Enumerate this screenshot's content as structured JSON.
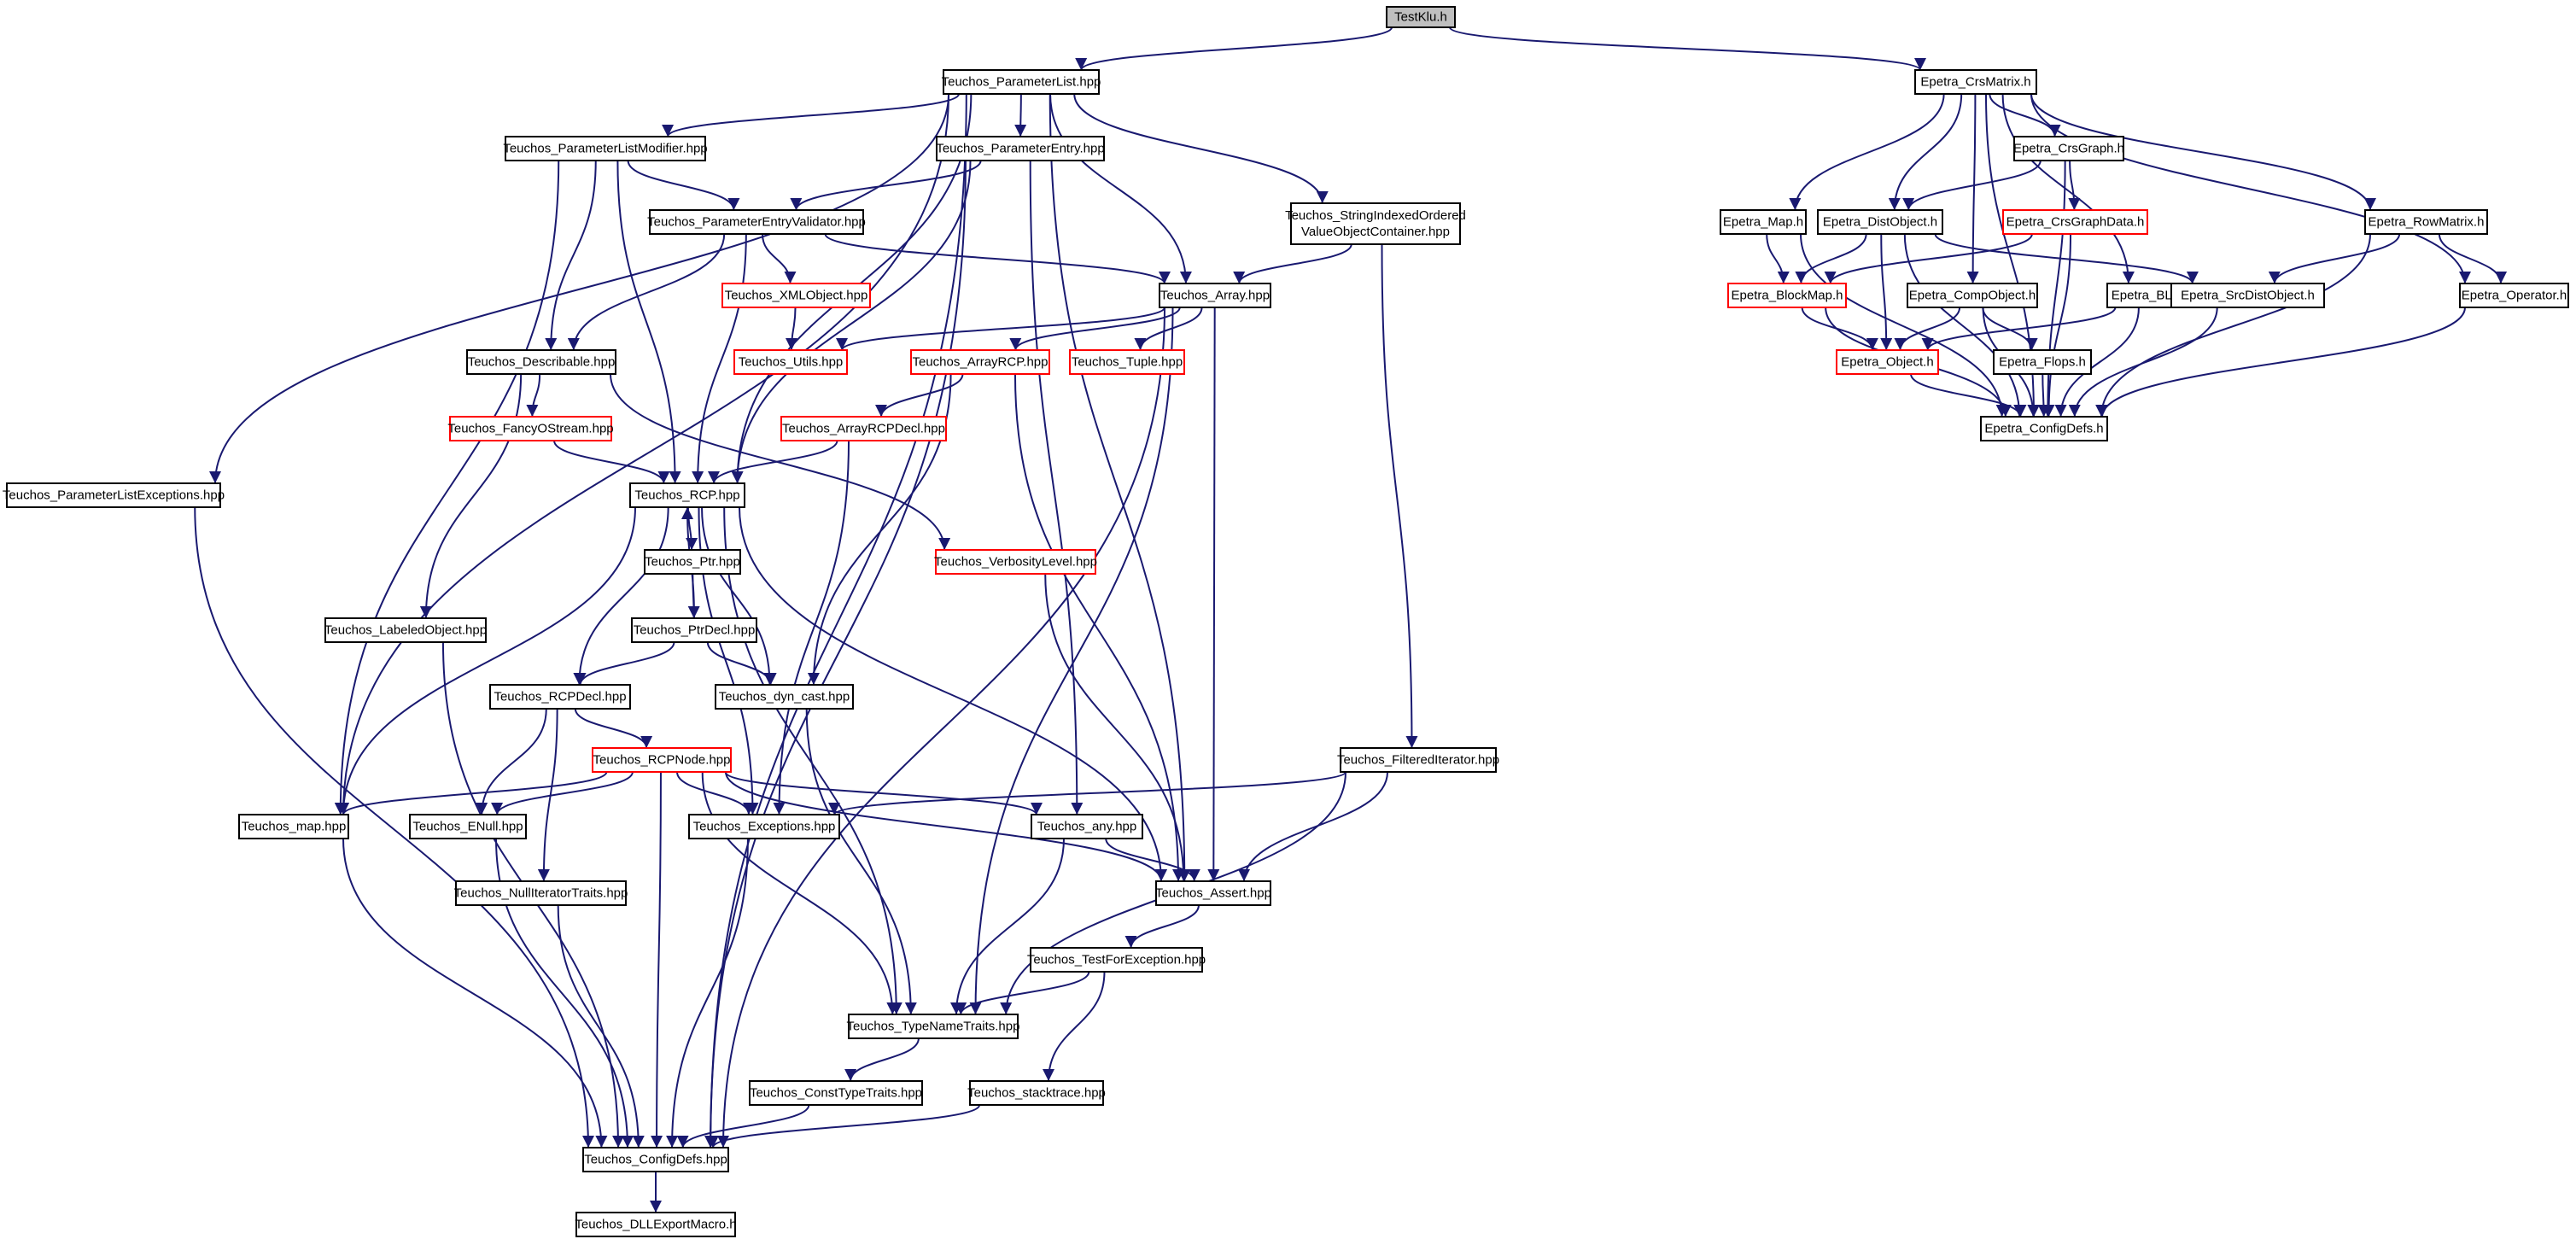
{
  "diagram": {
    "nodes": [
      {
        "id": "root",
        "lines": [
          "TestKlu.h"
        ],
        "style": "root"
      },
      {
        "id": "tpl",
        "lines": [
          "Teuchos_ParameterList.hpp"
        ],
        "style": "normal"
      },
      {
        "id": "ecrs",
        "lines": [
          "Epetra_CrsMatrix.h"
        ],
        "style": "normal"
      },
      {
        "id": "tplm",
        "lines": [
          "Teuchos_ParameterListModifier.hpp"
        ],
        "style": "normal"
      },
      {
        "id": "tpe",
        "lines": [
          "Teuchos_ParameterEntry.hpp"
        ],
        "style": "normal"
      },
      {
        "id": "tsioc",
        "lines": [
          "Teuchos_StringIndexedOrdered",
          "ValueObjectContainer.hpp"
        ],
        "style": "normal"
      },
      {
        "id": "tpev",
        "lines": [
          "Teuchos_ParameterEntryValidator.hpp"
        ],
        "style": "normal"
      },
      {
        "id": "txml",
        "lines": [
          "Teuchos_XMLObject.hpp"
        ],
        "style": "trunc"
      },
      {
        "id": "tarr",
        "lines": [
          "Teuchos_Array.hpp"
        ],
        "style": "normal"
      },
      {
        "id": "tdesc",
        "lines": [
          "Teuchos_Describable.hpp"
        ],
        "style": "normal"
      },
      {
        "id": "tutils",
        "lines": [
          "Teuchos_Utils.hpp"
        ],
        "style": "trunc"
      },
      {
        "id": "tarcp",
        "lines": [
          "Teuchos_ArrayRCP.hpp"
        ],
        "style": "trunc"
      },
      {
        "id": "ttuple",
        "lines": [
          "Teuchos_Tuple.hpp"
        ],
        "style": "trunc"
      },
      {
        "id": "tfos",
        "lines": [
          "Teuchos_FancyOStream.hpp"
        ],
        "style": "trunc"
      },
      {
        "id": "tarcpd",
        "lines": [
          "Teuchos_ArrayRCPDecl.hpp"
        ],
        "style": "trunc"
      },
      {
        "id": "tple",
        "lines": [
          "Teuchos_ParameterListExceptions.hpp"
        ],
        "style": "normal"
      },
      {
        "id": "trcp",
        "lines": [
          "Teuchos_RCP.hpp"
        ],
        "style": "normal"
      },
      {
        "id": "tptr",
        "lines": [
          "Teuchos_Ptr.hpp"
        ],
        "style": "normal"
      },
      {
        "id": "tvl",
        "lines": [
          "Teuchos_VerbosityLevel.hpp"
        ],
        "style": "trunc"
      },
      {
        "id": "tlo",
        "lines": [
          "Teuchos_LabeledObject.hpp"
        ],
        "style": "normal"
      },
      {
        "id": "tptrd",
        "lines": [
          "Teuchos_PtrDecl.hpp"
        ],
        "style": "normal"
      },
      {
        "id": "trcpd",
        "lines": [
          "Teuchos_RCPDecl.hpp"
        ],
        "style": "normal"
      },
      {
        "id": "tdyn",
        "lines": [
          "Teuchos_dyn_cast.hpp"
        ],
        "style": "normal"
      },
      {
        "id": "tfi",
        "lines": [
          "Teuchos_FilteredIterator.hpp"
        ],
        "style": "normal"
      },
      {
        "id": "trcpn",
        "lines": [
          "Teuchos_RCPNode.hpp"
        ],
        "style": "trunc"
      },
      {
        "id": "tmap",
        "lines": [
          "Teuchos_map.hpp"
        ],
        "style": "normal"
      },
      {
        "id": "tenull",
        "lines": [
          "Teuchos_ENull.hpp"
        ],
        "style": "normal"
      },
      {
        "id": "texc",
        "lines": [
          "Teuchos_Exceptions.hpp"
        ],
        "style": "normal"
      },
      {
        "id": "tany",
        "lines": [
          "Teuchos_any.hpp"
        ],
        "style": "normal"
      },
      {
        "id": "tassert",
        "lines": [
          "Teuchos_Assert.hpp"
        ],
        "style": "normal"
      },
      {
        "id": "tnit",
        "lines": [
          "Teuchos_NullIteratorTraits.hpp"
        ],
        "style": "normal"
      },
      {
        "id": "ttfe",
        "lines": [
          "Teuchos_TestForException.hpp"
        ],
        "style": "normal"
      },
      {
        "id": "ttnt",
        "lines": [
          "Teuchos_TypeNameTraits.hpp"
        ],
        "style": "normal"
      },
      {
        "id": "tctt",
        "lines": [
          "Teuchos_ConstTypeTraits.hpp"
        ],
        "style": "normal"
      },
      {
        "id": "tst",
        "lines": [
          "Teuchos_stacktrace.hpp"
        ],
        "style": "normal"
      },
      {
        "id": "tcd",
        "lines": [
          "Teuchos_ConfigDefs.hpp"
        ],
        "style": "normal"
      },
      {
        "id": "tdll",
        "lines": [
          "Teuchos_DLLExportMacro.h"
        ],
        "style": "normal"
      },
      {
        "id": "ecg",
        "lines": [
          "Epetra_CrsGraph.h"
        ],
        "style": "normal"
      },
      {
        "id": "emap",
        "lines": [
          "Epetra_Map.h"
        ],
        "style": "normal"
      },
      {
        "id": "edo",
        "lines": [
          "Epetra_DistObject.h"
        ],
        "style": "normal"
      },
      {
        "id": "ecgd",
        "lines": [
          "Epetra_CrsGraphData.h"
        ],
        "style": "trunc"
      },
      {
        "id": "erm",
        "lines": [
          "Epetra_RowMatrix.h"
        ],
        "style": "normal"
      },
      {
        "id": "ebm",
        "lines": [
          "Epetra_BlockMap.h"
        ],
        "style": "trunc"
      },
      {
        "id": "eco",
        "lines": [
          "Epetra_CompObject.h"
        ],
        "style": "normal"
      },
      {
        "id": "eblas",
        "lines": [
          "Epetra_BLAS.h"
        ],
        "style": "normal"
      },
      {
        "id": "esdo",
        "lines": [
          "Epetra_SrcDistObject.h"
        ],
        "style": "normal"
      },
      {
        "id": "eop",
        "lines": [
          "Epetra_Operator.h"
        ],
        "style": "normal"
      },
      {
        "id": "eobj",
        "lines": [
          "Epetra_Object.h"
        ],
        "style": "trunc"
      },
      {
        "id": "eflops",
        "lines": [
          "Epetra_Flops.h"
        ],
        "style": "normal"
      },
      {
        "id": "ecd",
        "lines": [
          "Epetra_ConfigDefs.h"
        ],
        "style": "normal"
      }
    ],
    "edges": [
      [
        "root",
        "tpl"
      ],
      [
        "root",
        "ecrs"
      ],
      [
        "tpl",
        "tplm"
      ],
      [
        "tpl",
        "tpe"
      ],
      [
        "tpl",
        "tsioc"
      ],
      [
        "tpl",
        "tarr"
      ],
      [
        "tpl",
        "tple"
      ],
      [
        "tpl",
        "trcp"
      ],
      [
        "tpl",
        "tmap"
      ],
      [
        "tpl",
        "tassert"
      ],
      [
        "tpl",
        "tcd"
      ],
      [
        "tplm",
        "tpev"
      ],
      [
        "tplm",
        "tdesc"
      ],
      [
        "tplm",
        "trcp"
      ],
      [
        "tplm",
        "tmap"
      ],
      [
        "tpe",
        "tpev"
      ],
      [
        "tpe",
        "trcp"
      ],
      [
        "tpe",
        "tany"
      ],
      [
        "tpe",
        "tcd"
      ],
      [
        "tsioc",
        "tarr"
      ],
      [
        "tsioc",
        "tfi"
      ],
      [
        "tpev",
        "txml"
      ],
      [
        "tpev",
        "tdesc"
      ],
      [
        "tpev",
        "trcp"
      ],
      [
        "tpev",
        "tarr"
      ],
      [
        "txml",
        "tutils"
      ],
      [
        "tarr",
        "tutils"
      ],
      [
        "tarr",
        "tarcp"
      ],
      [
        "tarr",
        "ttuple"
      ],
      [
        "tarr",
        "tassert"
      ],
      [
        "tarr",
        "ttnt"
      ],
      [
        "tarr",
        "tcd"
      ],
      [
        "tarcp",
        "tarcpd"
      ],
      [
        "tarcp",
        "tdyn"
      ],
      [
        "tarcp",
        "tassert"
      ],
      [
        "tarcpd",
        "trcp"
      ],
      [
        "tarcpd",
        "texc"
      ],
      [
        "tdesc",
        "tfos"
      ],
      [
        "tdesc",
        "tlo"
      ],
      [
        "tdesc",
        "tvl"
      ],
      [
        "tfos",
        "trcp"
      ],
      [
        "tple",
        "tcd"
      ],
      [
        "trcp",
        "tptr"
      ],
      [
        "trcp",
        "trcpd"
      ],
      [
        "trcp",
        "tdyn"
      ],
      [
        "trcp",
        "tmap"
      ],
      [
        "trcp",
        "texc"
      ],
      [
        "trcp",
        "ttnt"
      ],
      [
        "trcp",
        "tassert"
      ],
      [
        "tptr",
        "tptrd"
      ],
      [
        "tptrd",
        "trcp"
      ],
      [
        "tptrd",
        "trcpd"
      ],
      [
        "tptrd",
        "tdyn"
      ],
      [
        "trcpd",
        "trcpn"
      ],
      [
        "trcpd",
        "tenull"
      ],
      [
        "trcpd",
        "tnit"
      ],
      [
        "trcpn",
        "tmap"
      ],
      [
        "trcpn",
        "tenull"
      ],
      [
        "trcpn",
        "texc"
      ],
      [
        "trcpn",
        "tany"
      ],
      [
        "trcpn",
        "tassert"
      ],
      [
        "trcpn",
        "ttnt"
      ],
      [
        "trcpn",
        "tcd"
      ],
      [
        "tvl",
        "tassert"
      ],
      [
        "tlo",
        "tcd"
      ],
      [
        "tdyn",
        "ttnt"
      ],
      [
        "tfi",
        "texc"
      ],
      [
        "tfi",
        "tassert"
      ],
      [
        "tfi",
        "ttnt"
      ],
      [
        "tmap",
        "tcd"
      ],
      [
        "tenull",
        "tcd"
      ],
      [
        "texc",
        "tcd"
      ],
      [
        "tany",
        "tassert"
      ],
      [
        "tany",
        "ttnt"
      ],
      [
        "tassert",
        "ttfe"
      ],
      [
        "tnit",
        "tcd"
      ],
      [
        "ttfe",
        "ttnt"
      ],
      [
        "ttfe",
        "tst"
      ],
      [
        "ttnt",
        "tctt"
      ],
      [
        "tctt",
        "tcd"
      ],
      [
        "tst",
        "tcd"
      ],
      [
        "tcd",
        "tdll"
      ],
      [
        "ecrs",
        "ecg"
      ],
      [
        "ecrs",
        "emap"
      ],
      [
        "ecrs",
        "edo"
      ],
      [
        "ecrs",
        "eco"
      ],
      [
        "ecrs",
        "eblas"
      ],
      [
        "ecrs",
        "erm"
      ],
      [
        "ecrs",
        "eop"
      ],
      [
        "ecrs",
        "ecd"
      ],
      [
        "ecg",
        "edo"
      ],
      [
        "ecg",
        "ecgd"
      ],
      [
        "ecg",
        "ecd"
      ],
      [
        "emap",
        "ebm"
      ],
      [
        "emap",
        "ecd"
      ],
      [
        "edo",
        "ebm"
      ],
      [
        "edo",
        "eobj"
      ],
      [
        "edo",
        "esdo"
      ],
      [
        "edo",
        "ecd"
      ],
      [
        "ecgd",
        "ebm"
      ],
      [
        "ecgd",
        "ecd"
      ],
      [
        "erm",
        "esdo"
      ],
      [
        "erm",
        "eop"
      ],
      [
        "erm",
        "ecd"
      ],
      [
        "ebm",
        "eobj"
      ],
      [
        "ebm",
        "ecd"
      ],
      [
        "eco",
        "eobj"
      ],
      [
        "eco",
        "eflops"
      ],
      [
        "eco",
        "ecd"
      ],
      [
        "eblas",
        "eobj"
      ],
      [
        "eblas",
        "ecd"
      ],
      [
        "esdo",
        "ecd"
      ],
      [
        "eop",
        "ecd"
      ],
      [
        "eobj",
        "ecd"
      ],
      [
        "eflops",
        "ecd"
      ]
    ]
  }
}
